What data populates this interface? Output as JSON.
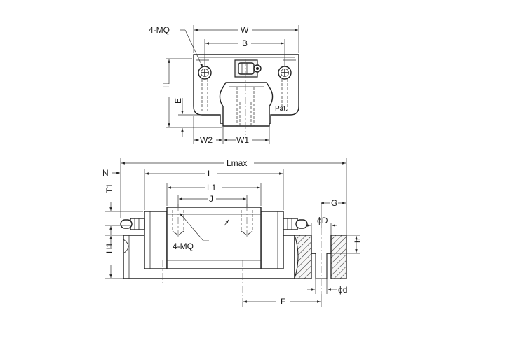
{
  "front_view": {
    "labels": {
      "mq": "4-MQ",
      "w": "W",
      "b": "B",
      "h": "H",
      "e": "E",
      "w2": "W2",
      "w1": "W1",
      "pat": "Pat."
    }
  },
  "side_view": {
    "labels": {
      "n": "N",
      "lmax": "Lmax",
      "l": "L",
      "l1": "L1",
      "j": "J",
      "t1": "T1",
      "h1": "H1",
      "mq": "4-MQ",
      "g": "G",
      "phi_d_upper": "ϕD",
      "h_small": "h",
      "phi_d_lower": "ϕd",
      "f": "F"
    }
  }
}
